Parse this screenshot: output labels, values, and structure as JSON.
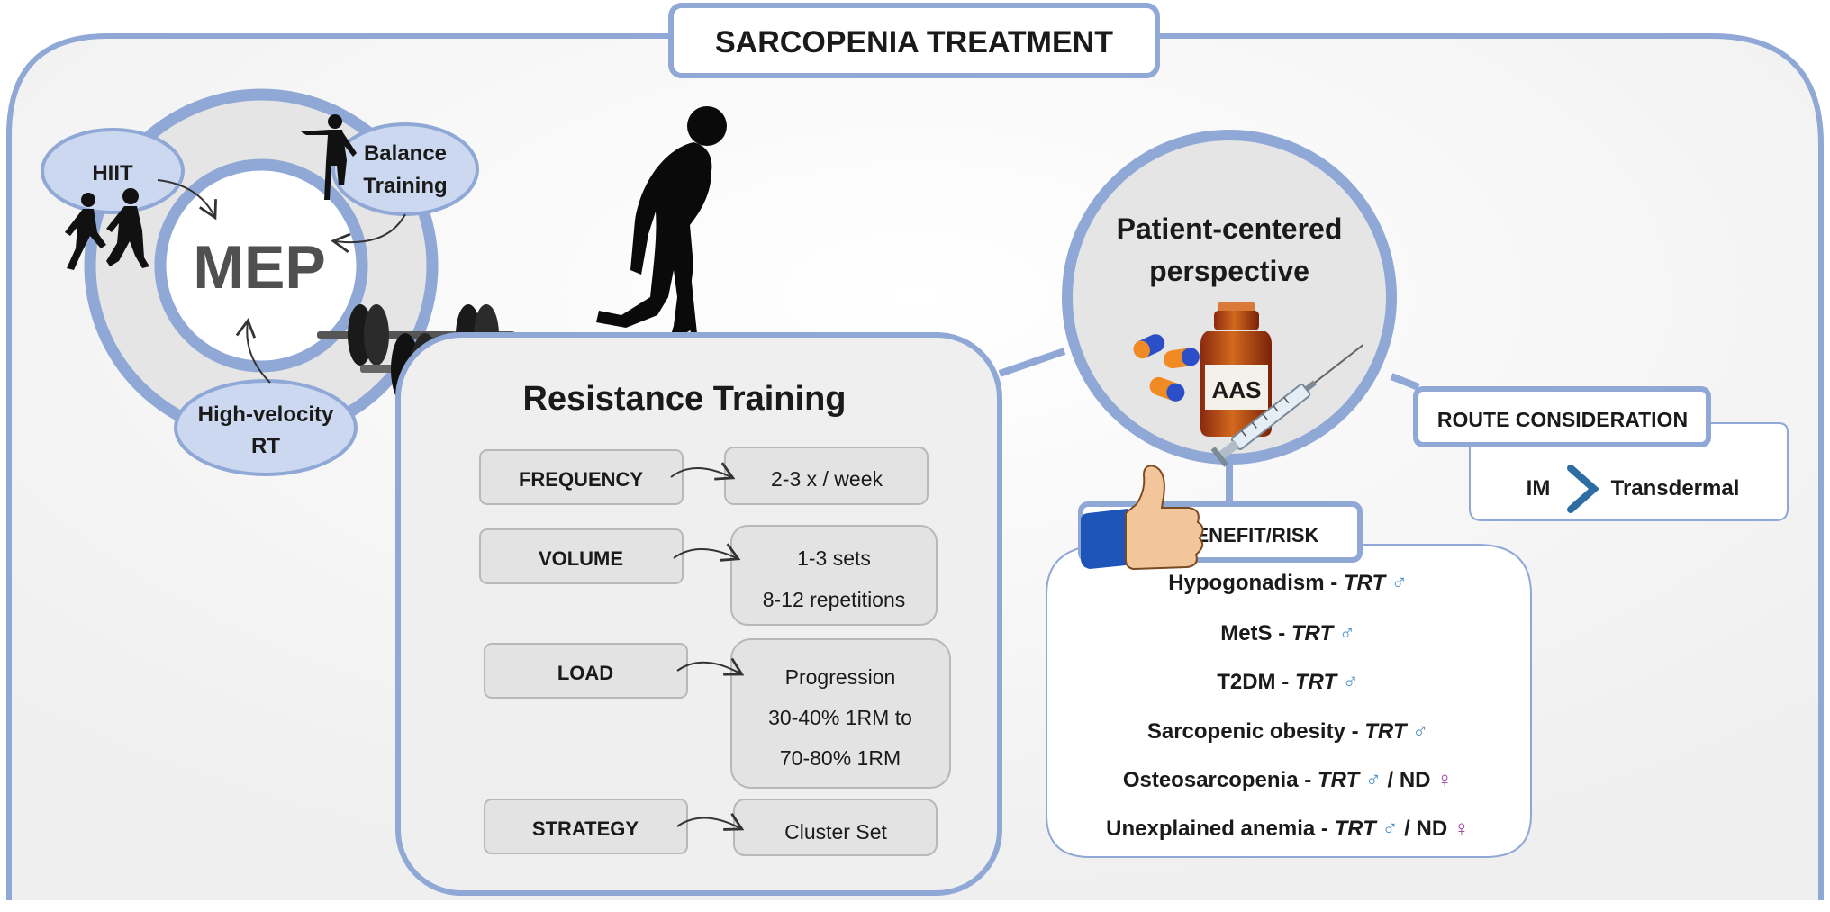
{
  "title": "SARCOPENIA TREATMENT",
  "mep": {
    "center": "MEP",
    "hiit": "HIIT",
    "balance": [
      "Balance",
      "Training"
    ],
    "velocity": [
      "High-velocity",
      "RT"
    ]
  },
  "resistance": {
    "title": "Resistance Training",
    "rows": [
      {
        "label": "FREQUENCY",
        "values": [
          "2-3 x / week"
        ]
      },
      {
        "label": "VOLUME",
        "values": [
          "1-3 sets",
          "8-12 repetitions"
        ]
      },
      {
        "label": "LOAD",
        "values": [
          "Progression",
          "30-40% 1RM to",
          "70-80% 1RM"
        ]
      },
      {
        "label": "STRATEGY",
        "values": [
          "Cluster Set"
        ]
      }
    ]
  },
  "patient": {
    "title": [
      "Patient-centered",
      "perspective"
    ],
    "vial_label": "AAS"
  },
  "route": {
    "title": "ROUTE CONSIDERATION",
    "from": "IM",
    "to": "Transdermal"
  },
  "benefit": {
    "title": "BENEFIT/RISK",
    "items": [
      {
        "cond": "Hypogonadism",
        "trt": "TRT",
        "nd": ""
      },
      {
        "cond": "MetS",
        "trt": "TRT",
        "nd": ""
      },
      {
        "cond": "T2DM",
        "trt": "TRT",
        "nd": ""
      },
      {
        "cond": "Sarcopenic obesity",
        "trt": "TRT",
        "nd": ""
      },
      {
        "cond": "Osteosarcopenia",
        "trt": "TRT",
        "nd": "ND"
      },
      {
        "cond": "Unexplained anemia",
        "trt": "TRT",
        "nd": "ND"
      }
    ]
  },
  "symbols": {
    "male": "♂",
    "female": "♀",
    "dash": "-",
    "slash": "/"
  },
  "colors": {
    "frame": "#8FA8D6",
    "panel": "#EFEFEF",
    "box_fill": "#E3E3E3",
    "box_stroke": "#B8B8B8",
    "bubble": "#CBD8EF",
    "male": "#4A8EC6",
    "female": "#9B3E9B",
    "chevron": "#2E6DA4"
  }
}
